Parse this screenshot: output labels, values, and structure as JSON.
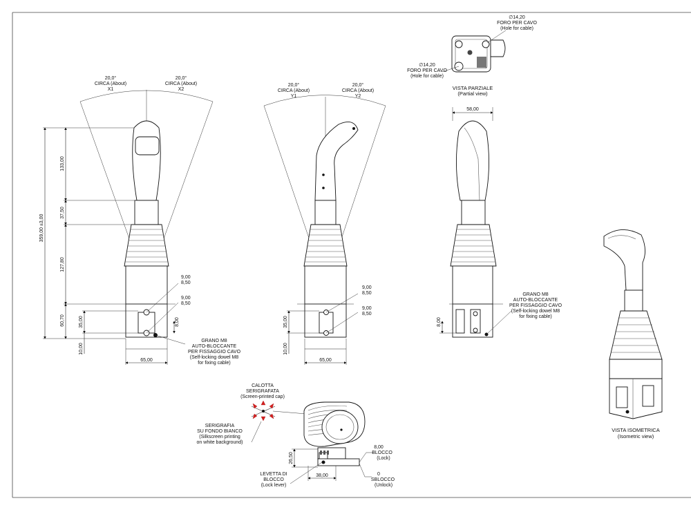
{
  "angles": {
    "front_left": {
      "value": "20,0°",
      "text": "CIRCA (About)",
      "axis": "X1"
    },
    "front_right": {
      "value": "20,0°",
      "text": "CIRCA (About)",
      "axis": "X2"
    },
    "side_left": {
      "value": "20,0°",
      "text": "CIRCA (About)",
      "axis": "Y1"
    },
    "side_right": {
      "value": "20,0°",
      "text": "CIRCA (About)",
      "axis": "Y2"
    }
  },
  "front_dims": {
    "total": "359,00 ±3,00",
    "grip": "133,00",
    "collar": "37,50",
    "boot": "127,80",
    "base": "60,70",
    "base_mid": "35,00",
    "bottom": "10,00",
    "width": "65,00",
    "screw_height": "8,00",
    "hole_upper_a": "9,00",
    "hole_upper_b": "8,50",
    "hole_lower_a": "9,00",
    "hole_lower_b": "8,50"
  },
  "side_dims": {
    "base_mid": "35,00",
    "bottom": "10,00",
    "width": "65,00",
    "hole_upper_a": "9,00",
    "hole_upper_b": "8,50",
    "hole_lower_a": "9,00",
    "hole_lower_b": "8,50"
  },
  "grano_front": [
    "GRANO M8",
    "AUTO-BLOCCANTE",
    "PER FISSAGGIO CAVO",
    "(Self-locking dowel M8",
    "for fixing cable)"
  ],
  "grano_right": [
    "GRANO M8",
    "AUTO-BLOCCANTE",
    "PER FISSAGGIO CAVO",
    "(Self-locking dowel M8",
    "for fixing cable)"
  ],
  "rear_view": {
    "width": "58,00",
    "screw_height": "8,00"
  },
  "partial_view": {
    "hole_top": [
      "∅14,20",
      "FORO PER CAVO",
      "(Hole for cable)"
    ],
    "hole_left": [
      "∅14,20",
      "FORO PER CAVO",
      "(Hole for cable)"
    ],
    "title": "VISTA PARZIALE",
    "subtitle": "(Partial view)"
  },
  "detail": {
    "calotta": [
      "CALOTTA",
      "SERIGRAFATA",
      "(Screen-printed cap)"
    ],
    "serigrafia": [
      "SERIGRAFIA",
      "SU FONDO BIANCO",
      "(Silkscreen printing",
      "on white background)"
    ],
    "levetta": [
      "LEVETTA DI",
      "BLOCCO",
      "(Lock lever)"
    ],
    "height": "26,50",
    "width": "38,00",
    "lock_value": "8,00",
    "lock_label": "BLOCCO",
    "lock_sub": "(Lock)",
    "unlock_value": "0",
    "unlock_label": "SBLOCCO",
    "unlock_sub": "(Unlock)"
  },
  "isometric": {
    "title": "VISTA ISOMETRICA",
    "subtitle": "(Isometric view)"
  }
}
